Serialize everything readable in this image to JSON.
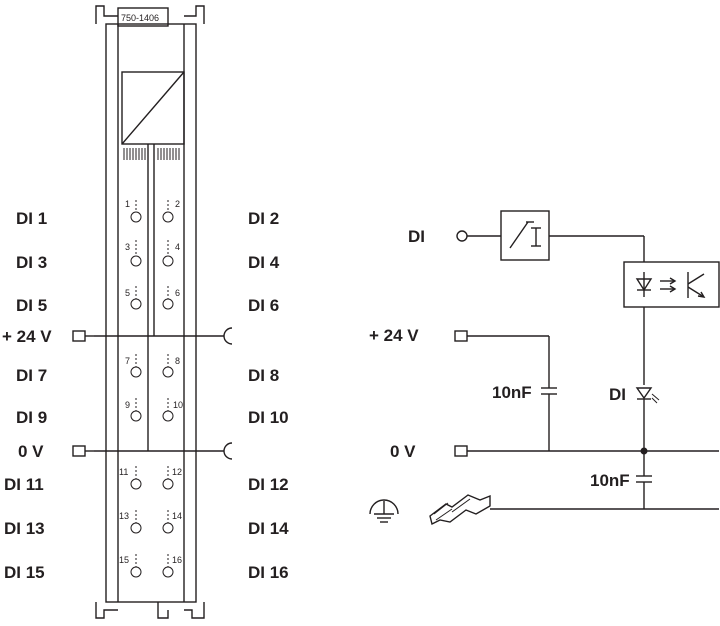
{
  "module": {
    "model": "750-1406",
    "left_labels": [
      "DI 1",
      "DI 3",
      "DI 5",
      "+ 24 V",
      "DI 7",
      "DI 9",
      "0 V",
      "DI 11",
      "DI 13",
      "DI 15"
    ],
    "right_labels": [
      "DI 2",
      "DI 4",
      "DI 6",
      "DI 8",
      "DI 10",
      "DI 12",
      "DI 14",
      "DI 16"
    ],
    "terminal_numbers_left": [
      "1",
      "3",
      "5",
      "7",
      "9",
      "11",
      "13",
      "15"
    ],
    "terminal_numbers_right": [
      "2",
      "4",
      "6",
      "8",
      "10",
      "12",
      "14",
      "16"
    ]
  },
  "circuit": {
    "di_input": "DI",
    "supply_plus": "+ 24 V",
    "supply_zero": "0 V",
    "cap_1": "10nF",
    "led_label": "DI",
    "cap_2": "10nF"
  },
  "colors": {
    "ink": "#231f20",
    "background": "#ffffff"
  }
}
